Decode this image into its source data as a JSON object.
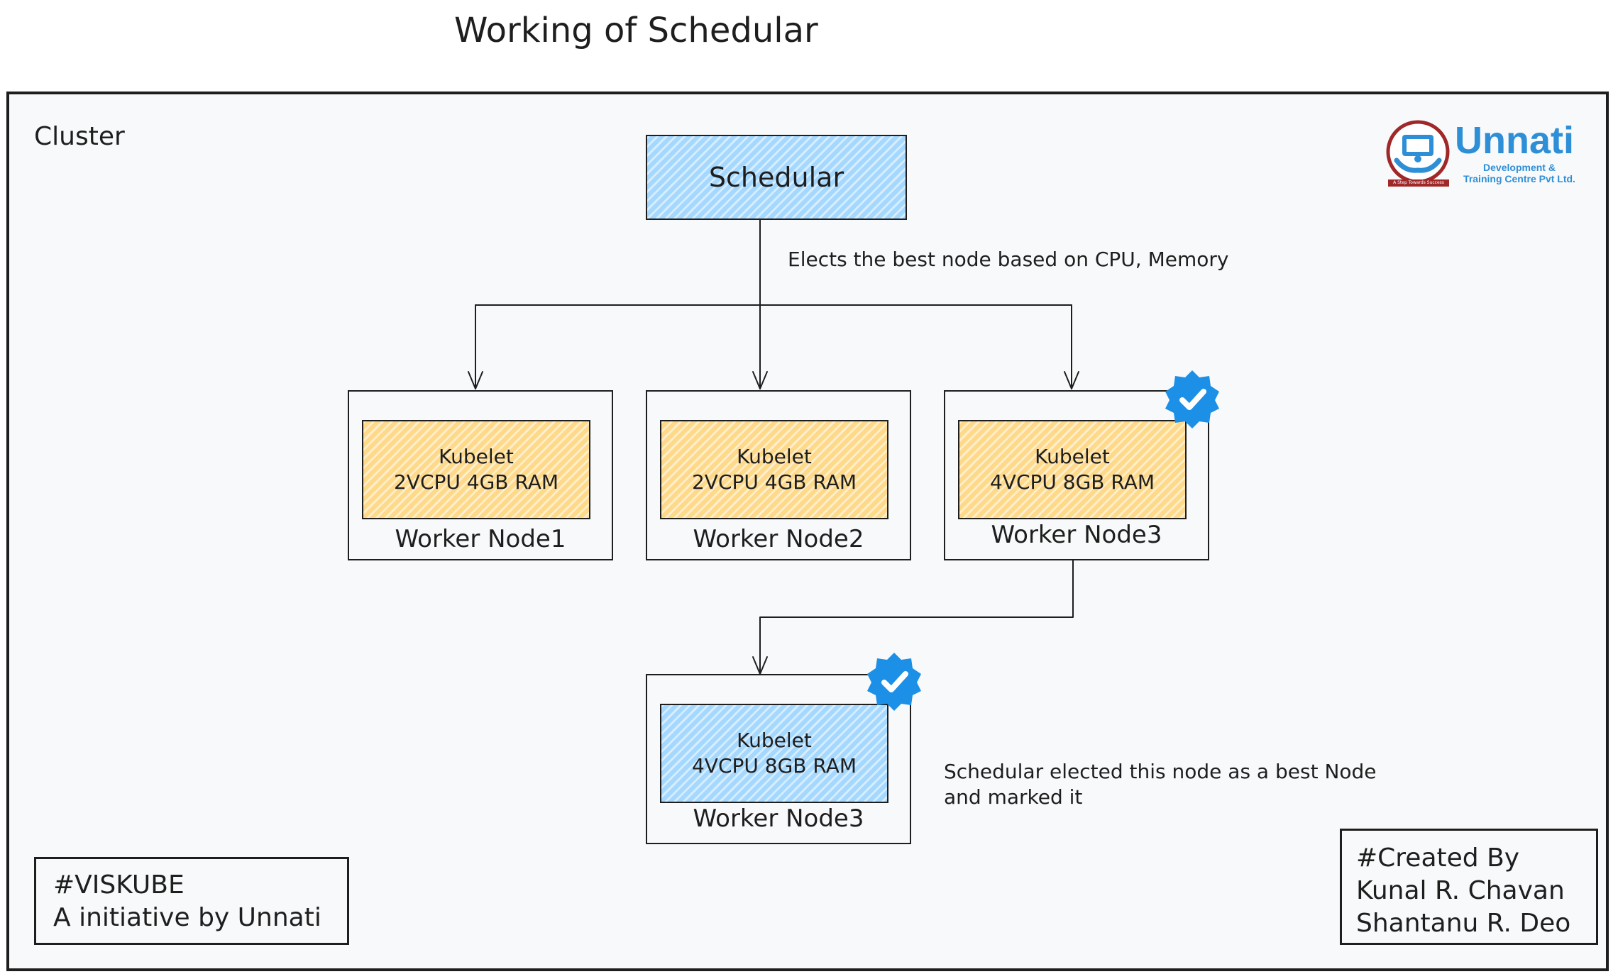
{
  "title": "Working of Schedular",
  "cluster": {
    "label": "Cluster"
  },
  "scheduler": {
    "label": "Schedular"
  },
  "annotations": {
    "elects": "Elects the best node based on CPU, Memory",
    "elected_line1": "Schedular elected this node as a best Node",
    "elected_line2": "and marked it"
  },
  "nodes": [
    {
      "label": "Worker Node1",
      "kubelet": "Kubelet",
      "resources": "2VCPU 4GB RAM",
      "fill": "orange",
      "selected": false
    },
    {
      "label": "Worker Node2",
      "kubelet": "Kubelet",
      "resources": "2VCPU 4GB RAM",
      "fill": "orange",
      "selected": false
    },
    {
      "label": "Worker Node3",
      "kubelet": "Kubelet",
      "resources": "4VCPU 8GB RAM",
      "fill": "orange",
      "selected": true
    }
  ],
  "elected_node": {
    "label": "Worker Node3",
    "kubelet": "Kubelet",
    "resources": "4VCPU 8GB RAM",
    "fill": "blue",
    "selected": true
  },
  "footer_left": {
    "line1": "#VISKUBE",
    "line2": "A initiative by Unnati"
  },
  "footer_right": {
    "line1": "#Created By",
    "line2": "Kunal R. Chavan",
    "line3": "Shantanu R. Deo"
  },
  "logo": {
    "name": "Unnati",
    "sub1": "Development &",
    "sub2": "Training Centre Pvt Ltd.",
    "tagline": "A Step Towards Success"
  },
  "colors": {
    "stroke": "#1e1e1e",
    "blue_fill": "#a5d8ff",
    "orange_fill": "#ffd98a",
    "badge": "#1c8fe6",
    "logo_blue": "#2f8fd6",
    "logo_red": "#a02828"
  },
  "icons": {
    "verified": "verified-badge-icon",
    "logo": "unnati-logo-icon"
  }
}
